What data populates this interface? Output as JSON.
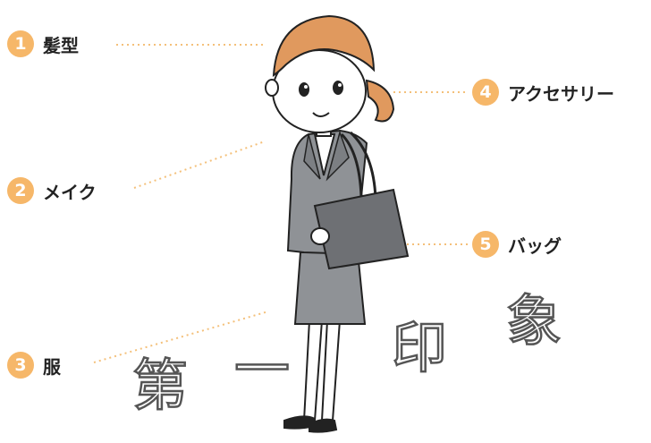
{
  "callouts": [
    {
      "num": "1",
      "label": "髪型"
    },
    {
      "num": "2",
      "label": "メイク"
    },
    {
      "num": "3",
      "label": "服"
    },
    {
      "num": "4",
      "label": "アクセサリー"
    },
    {
      "num": "5",
      "label": "バッグ"
    }
  ],
  "headline": {
    "chars": [
      "第",
      "一",
      "印",
      "象"
    ]
  },
  "colors": {
    "badge": "#f6b769",
    "dots": "#f4c07a",
    "hair": "#e0995e",
    "suit": "#8f9296",
    "bag": "#6e7074",
    "outline": "#222222",
    "headline_fill": "#ffffff",
    "headline_stroke": "#555555"
  }
}
